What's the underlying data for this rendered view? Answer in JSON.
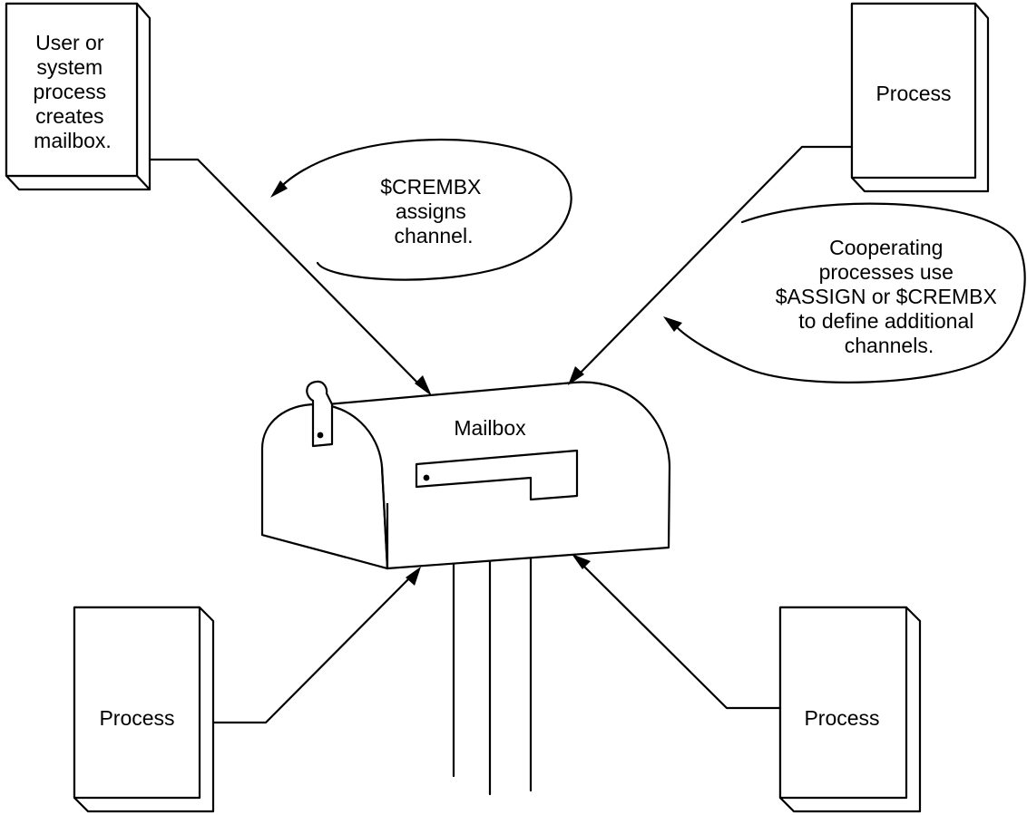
{
  "creator_box": {
    "lines": [
      "User or",
      "system",
      "process",
      "creates",
      "mailbox."
    ]
  },
  "top_right_process": {
    "label": "Process"
  },
  "bottom_left_process": {
    "label": "Process"
  },
  "bottom_right_process": {
    "label": "Process"
  },
  "mailbox": {
    "label": "Mailbox"
  },
  "callout_crembx": {
    "lines": [
      "$CREMBX",
      "assigns",
      "channel."
    ]
  },
  "callout_cooperating": {
    "lines": [
      "Cooperating",
      "processes use",
      "$ASSIGN or $CREMBX",
      "to define additional",
      "channels."
    ]
  }
}
